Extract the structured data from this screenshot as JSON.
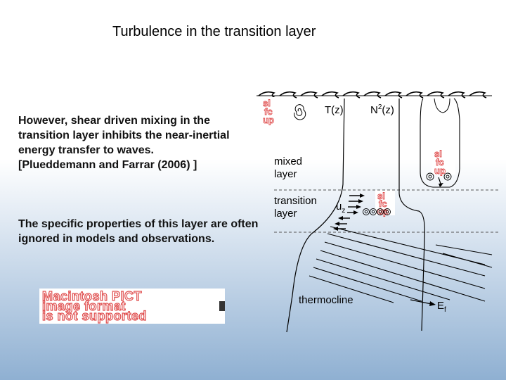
{
  "title": "Turbulence in the transition layer",
  "paragraph1": {
    "lines": [
      "However, shear driven mixing in the",
      "transition layer inhibits the near-inertial",
      "energy transfer to waves.",
      "[Plueddemann and Farrar (2006) ]"
    ]
  },
  "paragraph2": "The specific properties of this layer are often ignored in models and observations.",
  "placeholder_image": {
    "lines": [
      "Macintosh PICT",
      "image format",
      "is not supported"
    ]
  },
  "diagram": {
    "labels": {
      "temperature": "T(z)",
      "n2": "N",
      "n2_sup": "2",
      "n2_tail": "(z)",
      "mixed_layer": [
        "mixed",
        "layer"
      ],
      "transition_layer": [
        "transition",
        "layer"
      ],
      "uz": "u",
      "uz_sub": "z",
      "thermocline": "thermocline",
      "ef": "E",
      "ef_sub": "f"
    },
    "stamp_lines": [
      "sl",
      "fc",
      "up"
    ]
  }
}
